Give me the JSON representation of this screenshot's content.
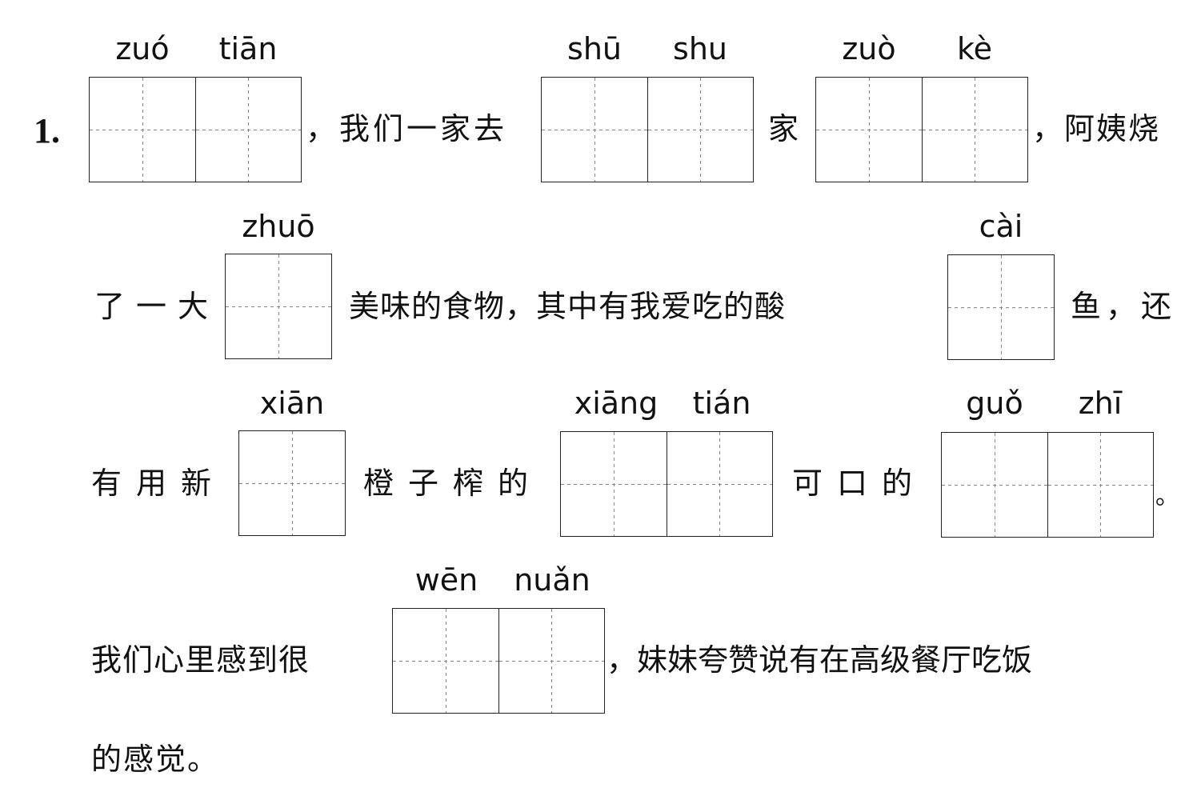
{
  "question": {
    "number": "1.",
    "segments": [
      {
        "text": "，我们一家去"
      },
      {
        "text": "家"
      },
      {
        "text": "，阿姨烧"
      },
      {
        "text": "了一大"
      },
      {
        "text": "美味的食物，其中有我爱吃的酸"
      },
      {
        "text": "鱼，还"
      },
      {
        "text": "有用新"
      },
      {
        "text": "橙子榨的"
      },
      {
        "text": "可口的"
      },
      {
        "text": "。"
      },
      {
        "text": "我们心里感到很"
      },
      {
        "text": "，妹妹夸赞说有在高级餐厅吃饭"
      },
      {
        "text": "的感觉。"
      }
    ],
    "blanks": [
      {
        "pinyin": [
          "zuó",
          "tiān"
        ]
      },
      {
        "pinyin": [
          "shū",
          "shu"
        ]
      },
      {
        "pinyin": [
          "zuò",
          "kè"
        ]
      },
      {
        "pinyin": [
          "zhuō"
        ]
      },
      {
        "pinyin": [
          "cài"
        ]
      },
      {
        "pinyin": [
          "xiān"
        ]
      },
      {
        "pinyin": [
          "xiāng",
          "tián"
        ]
      },
      {
        "pinyin": [
          "guǒ",
          "zhī"
        ]
      },
      {
        "pinyin": [
          "wēn",
          "nuǎn"
        ]
      }
    ]
  }
}
